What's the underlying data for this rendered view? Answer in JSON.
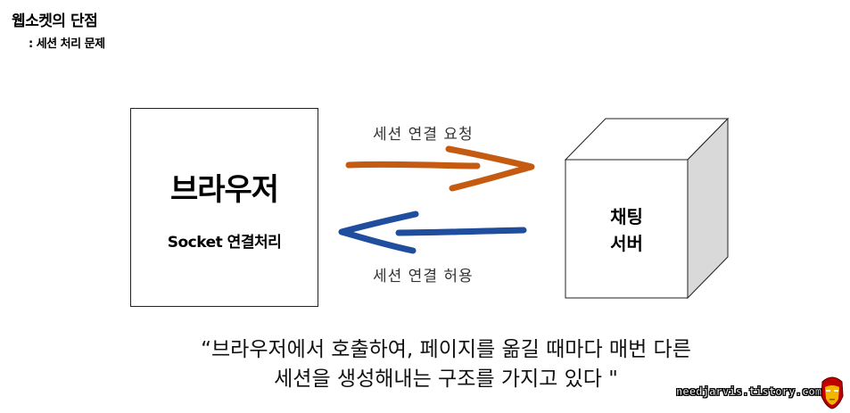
{
  "header": {
    "title": "웹소켓의 단점",
    "subtitle": ": 세션 처리 문제"
  },
  "browser": {
    "title": "브라우저",
    "subtitle": "Socket 연결처리"
  },
  "server": {
    "line1": "채팅",
    "line2": "서버"
  },
  "arrows": {
    "request_label": "세션 연결 요청",
    "request_color": "#C55A11",
    "response_label": "세션 연결 허용",
    "response_color": "#1F4E9E"
  },
  "quote": {
    "line1": "“브라우저에서 호출하여, 페이지를 옮길 때마다 매번 다른",
    "line2": "세션을 생성해내는 구조를 가지고 있다 \""
  },
  "watermark": "needjarvis.tistory.com",
  "colors": {
    "cube_side": "#D9D9D9",
    "mascot_red": "#C00000",
    "mascot_gold": "#F4B400"
  }
}
